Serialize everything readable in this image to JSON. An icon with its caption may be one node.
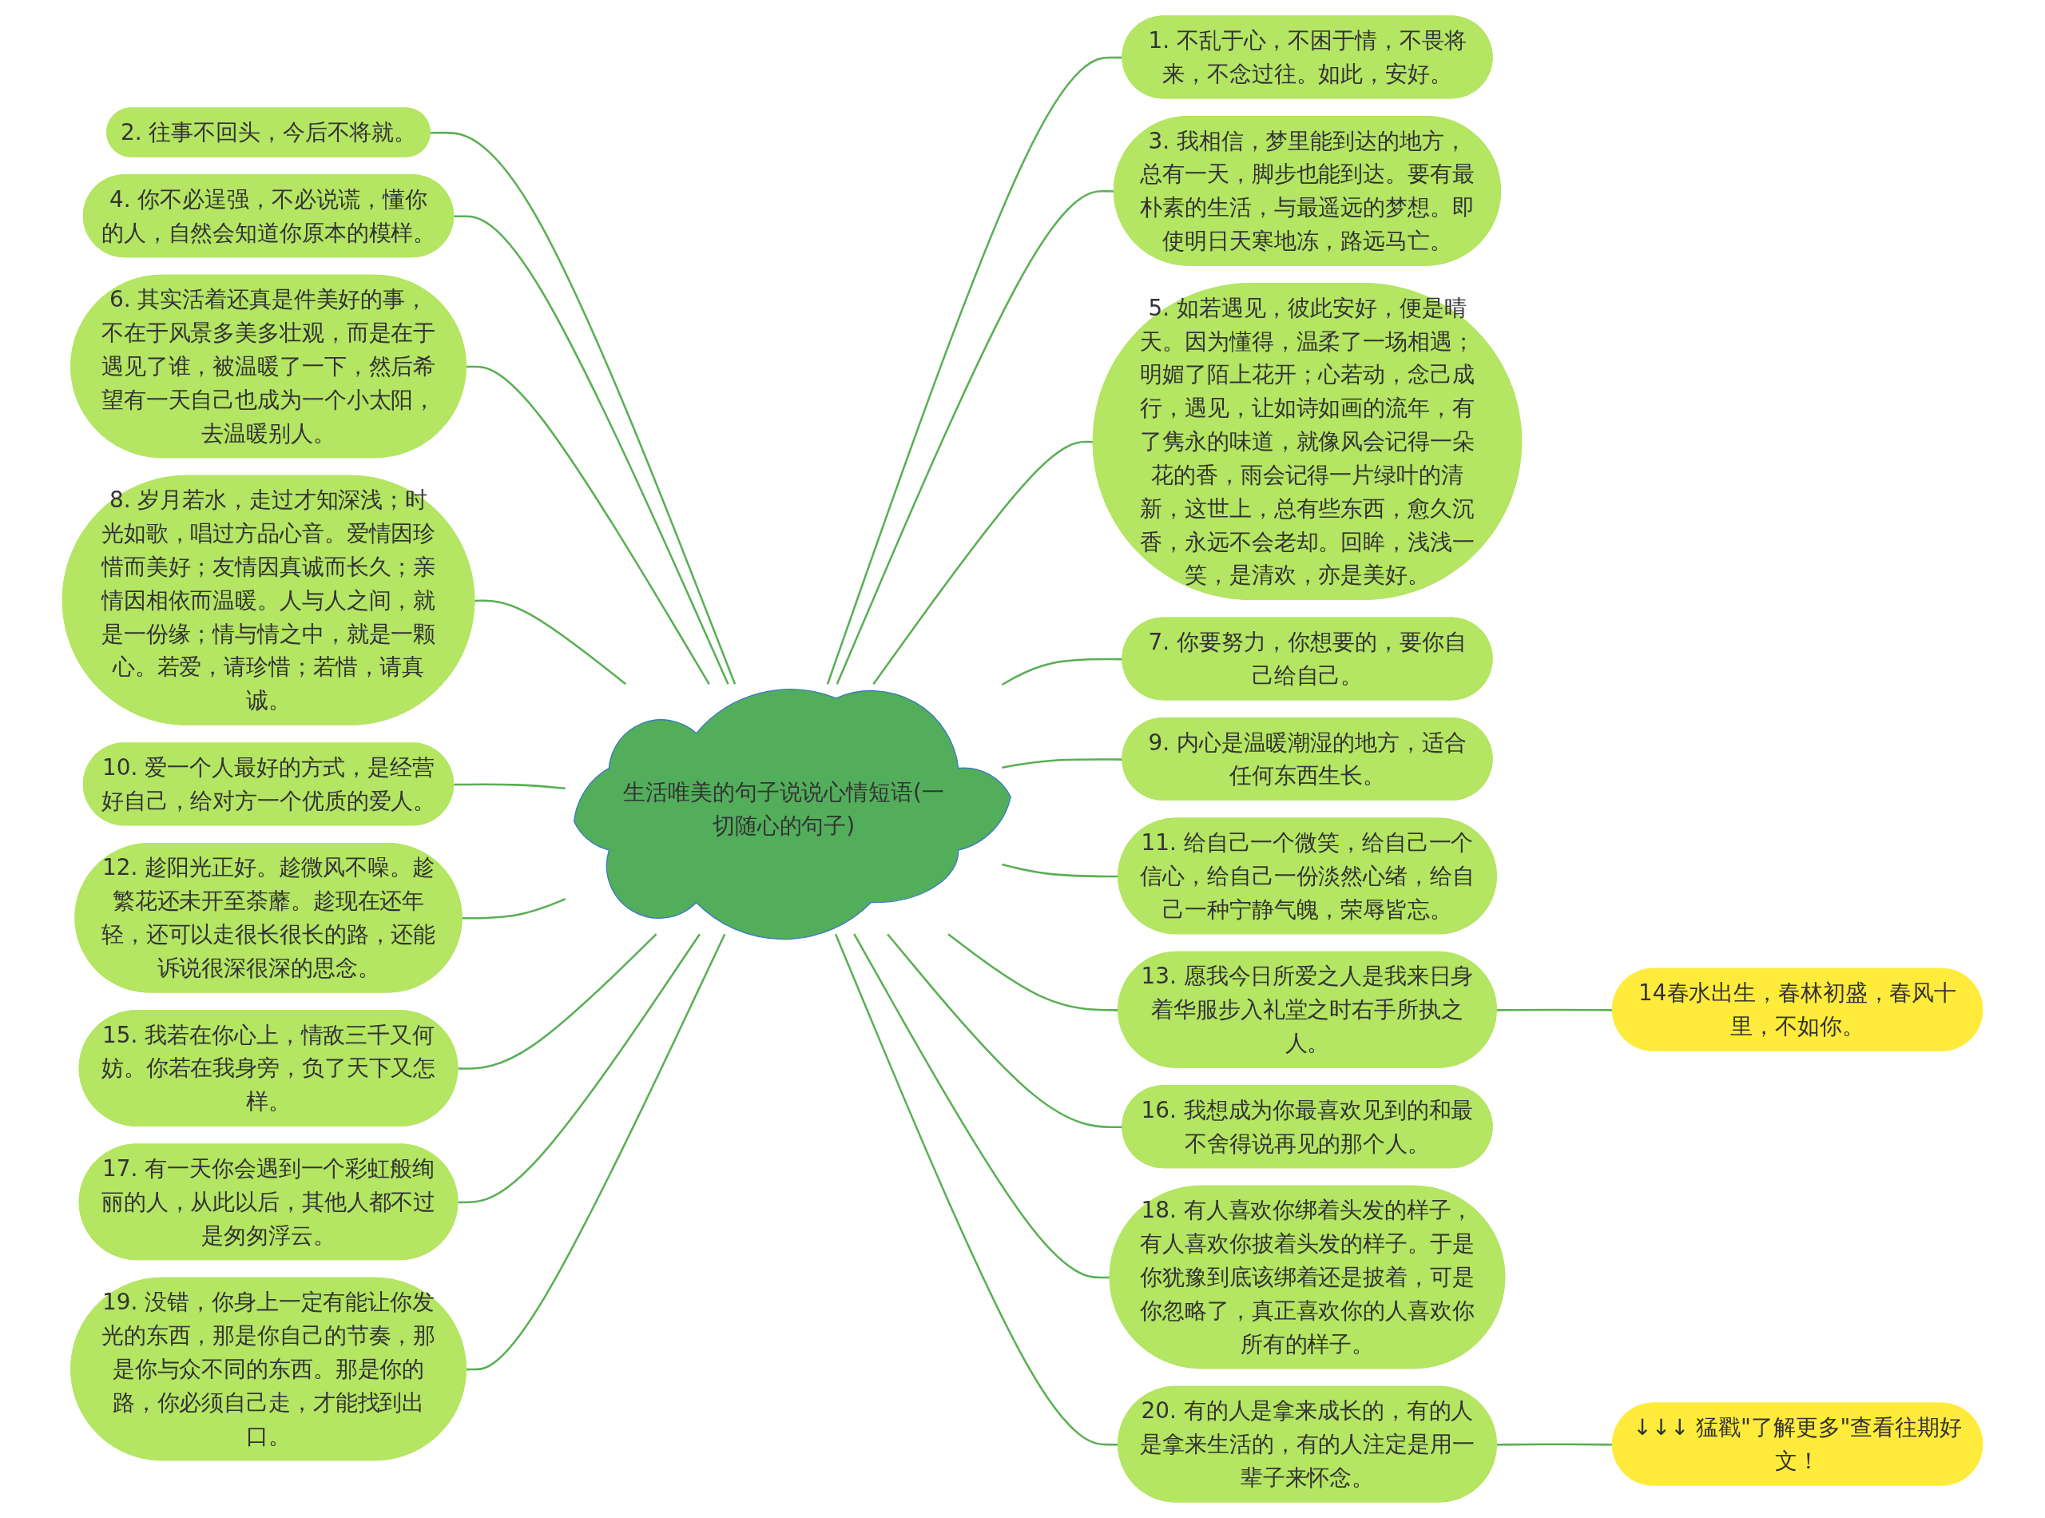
{
  "diagram": {
    "nodes": [
      {
        "text": [
          "生活唯美的句子说说心情短语(一切随心的句子)"
        ]
      },
      {
        "text": [
          "1. 不乱于心，不困于情，不畏将来，不念过往。如此，安好。"
        ]
      },
      {
        "text": [
          "3. 我相信，梦里能到达的地方，总有一天，脚步也能到达。要有最朴素的生活，与最遥远的梦想。即使明日天寒地冻，路远马亡。"
        ]
      },
      {
        "text": [
          "5. 如若遇见，彼此安好，便是晴天。因为懂得，温柔了一场相遇；明媚了陌上花开；心若动，念己成行，遇见，让如诗如画的流年，有了隽永的味道，就像风会记得一朵花的香，雨会记得一片绿叶的清新，这世上，总有些东西，愈久沉香，永远不会老却。回眸，浅浅一笑，是清欢，亦是美好。"
        ]
      },
      {
        "text": [
          "7. 你要努力，你想要的，要你自己给自己。"
        ]
      },
      {
        "text": [
          "9. 内心是温暖潮湿的地方，适合任何东西生长。"
        ]
      },
      {
        "text": [
          "11. 给自己一个微笑，给自己一个信心，给自己一份淡然心绪，给自己一种宁静气魄，荣辱皆忘。"
        ]
      },
      {
        "text": [
          "13. 愿我今日所爱之人是我来日身着华服步入礼堂之时右手所执之人。"
        ]
      },
      {
        "text": [
          "14春水出生，春林初盛，春风十里，不如你。"
        ]
      },
      {
        "text": [
          "16. 我想成为你最喜欢见到的和最不舍得说再见的那个人。"
        ]
      },
      {
        "text": [
          "18. 有人喜欢你绑着头发的样子，有人喜欢你披着头发的样子。于是你犹豫到底该绑着还是披着，可是你忽略了，真正喜欢你的人喜欢你所有的样子。"
        ]
      },
      {
        "text": [
          "20. 有的人是拿来成长的，有的人是拿来生活的，有的人注定是用一辈子来怀念。"
        ]
      },
      {
        "text": [
          "↓↓↓ 猛戳\"了解更多\"查看往期好文！"
        ]
      },
      {
        "text": [
          "2. 往事不回头，今后不将就。"
        ]
      },
      {
        "text": [
          "4. 你不必逞强，不必说谎，懂你的人，自然会知道你原本的模样。"
        ]
      },
      {
        "text": [
          "6. 其实活着还真是件美好的事，不在于风景多美多壮观，而是在于遇见了谁，被温暖了一下，然后希望有一天自己也成为一个小太阳，去温暖别人。"
        ]
      },
      {
        "text": [
          "8. 岁月若水，走过才知深浅；时光如歌，唱过方品心音。爱情因珍惜而美好；友情因真诚而长久；亲情因相依而温暖。人与人之间，就是一份缘；情与情之中，就是一颗心。若爱，请珍惜；若惜，请真诚。"
        ]
      },
      {
        "text": [
          "10. 爱一个人最好的方式，是经营好自己，给对方一个优质的爱人。"
        ]
      },
      {
        "text": [
          "12. 趁阳光正好。趁微风不噪。趁繁花还未开至荼蘼。趁现在还年轻，还可以走很长很长的路，还能诉说很深很深的思念。"
        ]
      },
      {
        "text": [
          "15. 我若在你心上，情敌三千又何妨。你若在我身旁，负了天下又怎样。"
        ]
      },
      {
        "text": [
          "17. 有一天你会遇到一个彩虹般绚丽的人，从此以后，其他人都不过是匆匆浮云。"
        ]
      },
      {
        "text": [
          "19. 没错，你身上一定有能让你发光的东西，那是你自己的节奏，那是你与众不同的东西。那是你的路，你必须自己走，才能找到出口。"
        ]
      }
    ],
    "edges": [
      {
        "from": 0,
        "to": 1,
        "arrow": "none"
      },
      {
        "from": 0,
        "to": 2,
        "arrow": "none"
      },
      {
        "from": 0,
        "to": 3,
        "arrow": "none"
      },
      {
        "from": 0,
        "to": 4,
        "arrow": "none"
      },
      {
        "from": 0,
        "to": 5,
        "arrow": "none"
      },
      {
        "from": 0,
        "to": 6,
        "arrow": "none"
      },
      {
        "from": 0,
        "to": 7,
        "arrow": "none"
      },
      {
        "from": 7,
        "to": 8,
        "arrow": "none"
      },
      {
        "from": 0,
        "to": 9,
        "arrow": "none"
      },
      {
        "from": 0,
        "to": 10,
        "arrow": "none"
      },
      {
        "from": 0,
        "to": 11,
        "arrow": "none"
      },
      {
        "from": 11,
        "to": 12,
        "arrow": "none"
      },
      {
        "from": 13,
        "to": 0,
        "arrow": "none"
      },
      {
        "from": 14,
        "to": 0,
        "arrow": "none"
      },
      {
        "from": 15,
        "to": 0,
        "arrow": "none"
      },
      {
        "from": 16,
        "to": 0,
        "arrow": "none"
      },
      {
        "from": 17,
        "to": 0,
        "arrow": "none"
      },
      {
        "from": 18,
        "to": 0,
        "arrow": "none"
      },
      {
        "from": 19,
        "to": 0,
        "arrow": "none"
      },
      {
        "from": 20,
        "to": 0,
        "arrow": "none"
      },
      {
        "from": 21,
        "to": 0,
        "arrow": "none"
      }
    ]
  }
}
